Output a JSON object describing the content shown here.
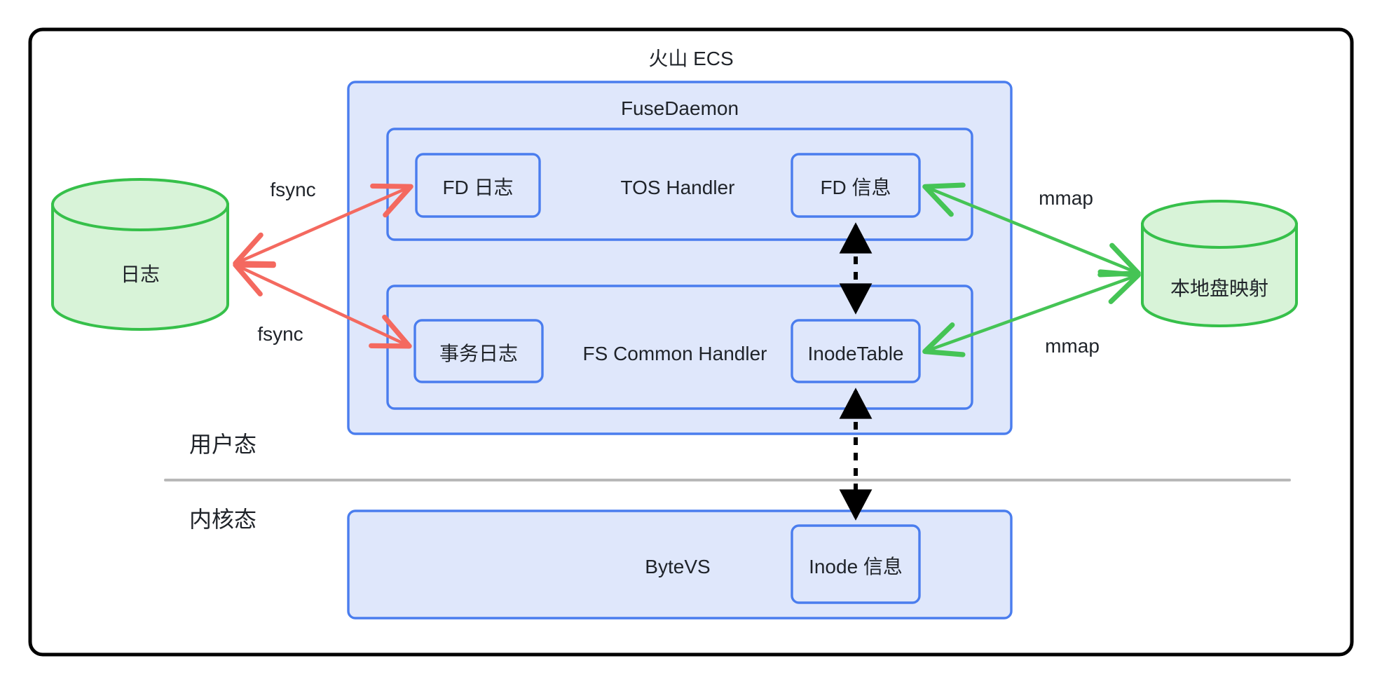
{
  "diagram": {
    "title": "火山 ECS",
    "outer_border_color": "#000000",
    "box_stroke_color": "#4a7dee",
    "box_fill_color": "#dfe7fb",
    "cylinder_stroke_color": "#36c04a",
    "cylinder_fill_color": "#d8f3d8",
    "fsync_arrow_color": "#f4695f",
    "mmap_arrow_color": "#45c455",
    "dashed_arrow_color": "#000000",
    "divider_color": "#b8b8b8"
  },
  "layers": {
    "user_mode": "用户态",
    "kernel_mode": "内核态"
  },
  "nodes": {
    "fuse_daemon": "FuseDaemon",
    "tos_handler": "TOS Handler",
    "fs_common_handler": "FS Common Handler",
    "bytevs": "ByteVS",
    "fd_log": "FD 日志",
    "fd_info": "FD 信息",
    "txn_log": "事务日志",
    "inode_table": "InodeTable",
    "inode_info": "Inode 信息",
    "log_store": "日志",
    "local_disk_map": "本地盘映射"
  },
  "edges": [
    {
      "id": "fsync-top",
      "label": "fsync",
      "color": "#f4695f",
      "style": "solid",
      "ends": "both",
      "from": "log_store",
      "to": "fd_log"
    },
    {
      "id": "fsync-bottom",
      "label": "fsync",
      "color": "#f4695f",
      "style": "solid",
      "ends": "both",
      "from": "log_store",
      "to": "txn_log"
    },
    {
      "id": "mmap-top",
      "label": "mmap",
      "color": "#45c455",
      "style": "solid",
      "ends": "both",
      "from": "fd_info",
      "to": "local_disk_map"
    },
    {
      "id": "mmap-bottom",
      "label": "mmap",
      "color": "#45c455",
      "style": "solid",
      "ends": "both",
      "from": "inode_table",
      "to": "local_disk_map"
    },
    {
      "id": "fd-inode-link",
      "label": "",
      "color": "#000000",
      "style": "dashed",
      "ends": "both",
      "from": "fd_info",
      "to": "inode_table"
    },
    {
      "id": "inode-kernel-link",
      "label": "",
      "color": "#000000",
      "style": "dashed",
      "ends": "both",
      "from": "inode_table",
      "to": "inode_info"
    }
  ]
}
